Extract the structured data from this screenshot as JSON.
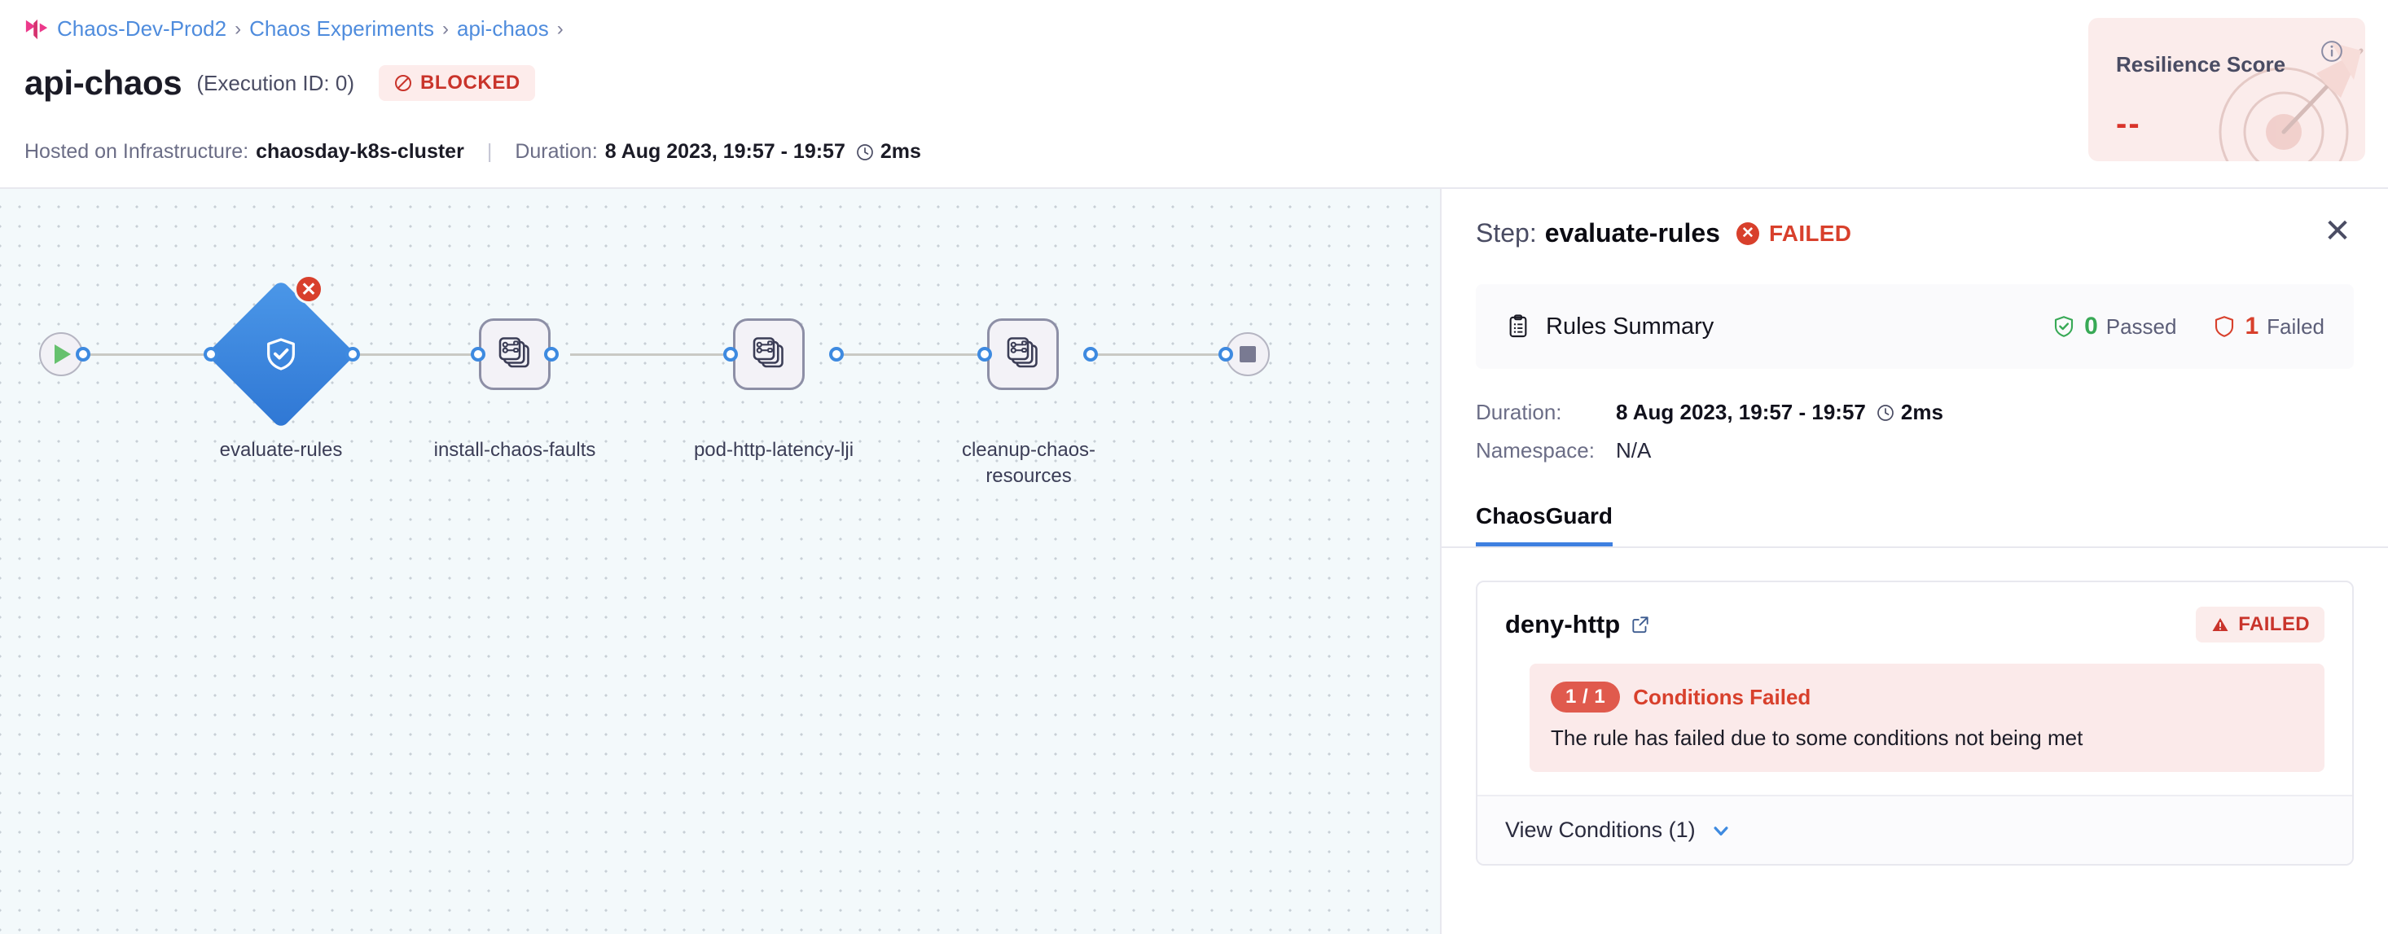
{
  "breadcrumb": {
    "logo_icon": "harness-logo-icon",
    "items": [
      "Chaos-Dev-Prod2",
      "Chaos Experiments",
      "api-chaos"
    ],
    "separator": "›",
    "trailing_separator": "›"
  },
  "header": {
    "title": "api-chaos",
    "execution_id": "(Execution ID: 0)",
    "status_badge": {
      "label": "BLOCKED",
      "icon": "blocked-icon",
      "color": "#c9342b",
      "bg": "#fdeceb"
    },
    "infra_label": "Hosted on Infrastructure:",
    "infra_value": "chaosday-k8s-cluster",
    "divider": "|",
    "duration_label": "Duration:",
    "duration_value": "8 Aug 2023, 19:57 - 19:57",
    "duration_time": "2ms",
    "clock_icon": "clock-icon"
  },
  "resilience": {
    "title": "Resilience Score",
    "value": "--",
    "info_icon": "info-icon",
    "art_icon": "target-dart-icon",
    "bg": "#fbeceb",
    "value_color": "#d9342b"
  },
  "canvas": {
    "start_node": {
      "name": "start",
      "icon": "play-icon"
    },
    "end_node": {
      "name": "end",
      "icon": "stop-icon"
    },
    "nodes": [
      {
        "label": "evaluate-rules",
        "type": "diamond",
        "icon": "shield-check-icon",
        "status": "failed",
        "status_icon": "error-x-icon",
        "color": "#3b82dc"
      },
      {
        "label": "install-chaos-faults",
        "type": "task",
        "icon": "chaos-fault-icon",
        "status": "not-run"
      },
      {
        "label": "pod-http-latency-lji",
        "type": "task",
        "icon": "chaos-fault-icon",
        "status": "not-run"
      },
      {
        "label": "cleanup-chaos-resources",
        "type": "task",
        "icon": "chaos-fault-icon",
        "status": "not-run"
      }
    ]
  },
  "panel": {
    "step_label": "Step:",
    "step_name": "evaluate-rules",
    "step_status": "FAILED",
    "step_status_icon": "error-x-icon",
    "close_icon": "close-icon",
    "rules_summary": {
      "icon": "clipboard-icon",
      "title": "Rules Summary",
      "passed_count": "0",
      "passed_label": "Passed",
      "passed_icon": "shield-check-icon",
      "failed_count": "1",
      "failed_label": "Failed",
      "failed_icon": "shield-outline-icon"
    },
    "details": {
      "duration_key": "Duration:",
      "duration_value": "8 Aug 2023, 19:57 - 19:57",
      "duration_time": "2ms",
      "clock_icon": "clock-icon",
      "namespace_key": "Namespace:",
      "namespace_value": "N/A"
    },
    "tabs": [
      {
        "label": "ChaosGuard",
        "active": true
      }
    ],
    "rule": {
      "name": "deny-http",
      "external_link_icon": "external-link-icon",
      "status": "FAILED",
      "status_icon": "warning-triangle-icon",
      "condition_count": "1 / 1",
      "condition_title": "Conditions Failed",
      "condition_desc": "The rule has failed due to some conditions not being met",
      "view_conditions_label": "View Conditions (1)",
      "chevron_icon": "chevron-down-icon"
    }
  }
}
